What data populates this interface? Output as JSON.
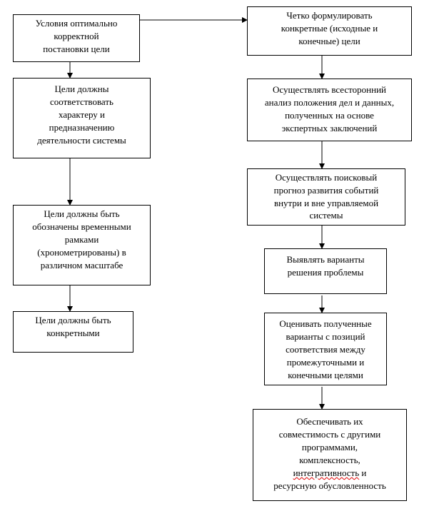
{
  "left_column": [
    {
      "id": "conditions",
      "lines": [
        "Условия оптимально",
        "корректной",
        "постановки цели"
      ]
    },
    {
      "id": "match-character",
      "lines": [
        "Цели должны",
        "соответствовать",
        "характеру и",
        "предназначению",
        "деятельности системы"
      ]
    },
    {
      "id": "time-bound",
      "lines": [
        "Цели должны быть",
        "обозначены временными",
        "рамками",
        "(хронометрированы) в",
        "различном масштабе"
      ]
    },
    {
      "id": "concrete",
      "lines": [
        "Цели должны быть",
        "конкретными"
      ]
    }
  ],
  "right_column": [
    {
      "id": "formulate",
      "lines": [
        "Четко формулировать",
        "конкретные (исходные и",
        "конечные) цели"
      ]
    },
    {
      "id": "analysis",
      "lines": [
        "Осуществлять всесторонний",
        "анализ положения дел и данных,",
        "полученных на основе",
        "экспертных заключений"
      ]
    },
    {
      "id": "forecast",
      "lines": [
        "Осуществлять поисковый",
        "прогноз развития событий",
        "внутри и вне управляемой",
        "системы"
      ]
    },
    {
      "id": "variants",
      "lines": [
        "Выявлять варианты",
        "решения проблемы"
      ]
    },
    {
      "id": "evaluate",
      "lines": [
        "Оценивать полученные",
        "варианты с позиций",
        "соответствия между",
        "промежуточными и",
        "конечными целями"
      ]
    },
    {
      "id": "compatibility",
      "lines": [
        "Обеспечивать их",
        "совместимость с другими",
        "программами,",
        "комплексность,",
        "интегративность и",
        "ресурсную обусловленность"
      ]
    }
  ]
}
